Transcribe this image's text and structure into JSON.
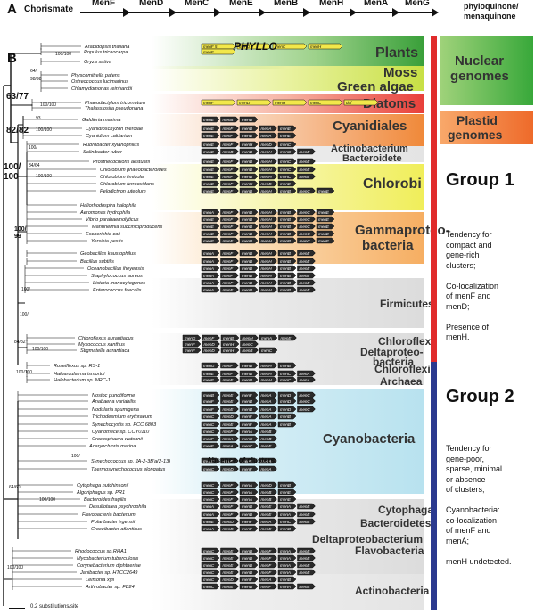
{
  "panel_a": {
    "letter": "A",
    "start": "Chorismate",
    "steps": [
      "MenF",
      "MenD",
      "MenC",
      "MenE",
      "MenB",
      "MenH",
      "MenA",
      "MenG"
    ],
    "end_line1": "phyloquinone/",
    "end_line2": "menaquinone"
  },
  "panel_b": {
    "letter": "B",
    "scale_label": "0.2 substitutions/site",
    "phyllo_label": "PHYLLO"
  },
  "bootstraps": {
    "b1": "63/77",
    "b2": "82/82",
    "b3": "100/",
    "b4": "100",
    "b5": "100/",
    "b6": "99",
    "s1": "100/100",
    "s2": "98/98",
    "s3": "64/",
    "s4": "100/100",
    "s5": "93",
    "s6": "100/100",
    "s7": "100/",
    "s8": "84/64",
    "s9": "100/100",
    "s10": "100/",
    "s11": "100/",
    "s12": "84/82",
    "s13": "100/100",
    "s14": "100/100",
    "s15": "100/",
    "s16": "100/100",
    "s17": "64/60",
    "s18": "100/100"
  },
  "groups": [
    {
      "name": "Plants",
      "color": "#2e9e2e"
    },
    {
      "name": "Moss",
      "color": "#9acd32"
    },
    {
      "name": "Green algae",
      "color": "#9acd32"
    },
    {
      "name": "Diatoms",
      "color": "#e23b2f"
    },
    {
      "name": "Cyanidiales",
      "color": "#f07b2a"
    },
    {
      "name": "Actinobacterium",
      "color": "#555555"
    },
    {
      "name": "Bacteroidete",
      "color": "#555555"
    },
    {
      "name": "Chlorobi",
      "color": "#e9e94a"
    },
    {
      "name": "Gammaproteo-",
      "color": "#f3a85a"
    },
    {
      "name": "bacteria",
      "color": "#f3a85a"
    },
    {
      "name": "Firmicutes",
      "color": "#aaaaaa"
    },
    {
      "name": "Chloroflexi",
      "color": "#aaaaaa"
    },
    {
      "name": "Deltaproteo-",
      "color": "#aaaaaa"
    },
    {
      "name": "bacteria",
      "color": "#aaaaaa"
    },
    {
      "name": "Chloroflexi",
      "color": "#aaaaaa"
    },
    {
      "name": "Archaea",
      "color": "#aaaaaa"
    },
    {
      "name": "Cyanobacteria",
      "color": "#7fc8e0"
    },
    {
      "name": "Cytophaga",
      "color": "#aaaaaa"
    },
    {
      "name": "Bacteroidetes",
      "color": "#aaaaaa"
    },
    {
      "name": "Deltaproteobacterium",
      "color": "#aaaaaa"
    },
    {
      "name": "Flavobacteria",
      "color": "#aaaaaa"
    },
    {
      "name": "Actinobacteria",
      "color": "#aaaaaa"
    }
  ],
  "boxes": {
    "nuclear": [
      "Nuclear",
      "genomes"
    ],
    "plastid": [
      "Plastid",
      "genomes"
    ]
  },
  "group1": {
    "title": "Group 1",
    "lines": [
      "Tendency for",
      "compact and",
      "gene-rich",
      "clusters;",
      "",
      "Co-localization",
      "of menF and",
      "menD;",
      "",
      "Presence of",
      "menH."
    ]
  },
  "group2": {
    "title": "Group 2",
    "lines": [
      "Tendency for",
      "gene-poor,",
      "sparse, minimal",
      "or absence",
      "of clusters;",
      "",
      "Cyanobacteria:",
      "co-localization",
      "of menF and",
      "menA;",
      "",
      "menH undetected."
    ]
  },
  "absence_label": "Absence of clusters",
  "species": [
    "Arabidopsis thaliana",
    "Populus trichocarpa",
    "Oryza sativa",
    "Physcomitrella patens",
    "Ostreococcus lucimarinus",
    "Chlamydomonas reinhardtii",
    "Phaeodactylum tricornutum",
    "Thalassiosira pseudonana",
    "Galdieria maxima",
    "Cyanidioschyzon merolae",
    "Cyanidium caldarium",
    "Rubrobacter xylanophilus",
    "Salinibacter ruber",
    "Prosthecochloris aestuarii",
    "Chlorobium phaeobacteroides",
    "Chlorobium limicola",
    "Chlorobium ferrooxidans",
    "Pelodictyon luteolum",
    "Haliorhodospira halophila",
    "Aeromonas hydrophila",
    "Vibrio parahaemolyticus",
    "Mannheimia succiniciproducens",
    "Escherichia coli",
    "Yersinia pestis",
    "Geobacillus kaustophilus",
    "Bacillus subtilis",
    "Oceanobacillus iheyensis",
    "Staphylococcus aureus",
    "Listeria monocytogenes",
    "Enterococcus faecalis",
    "Chloroflexus aurantiacus",
    "Myxococcus xanthus",
    "Stigmatella aurantiaca",
    "Roseiflexus sp. RS-1",
    "Haloarcula marismortui",
    "Halobacterium sp. NRC-1",
    "Nostoc punctiforme",
    "Anabaena variabilis",
    "Nodularia spumigena",
    "Trichodesmium erythraeum",
    "Synechocystis sp. PCC 6803",
    "Cyanothece sp. CCY0110",
    "Crocosphaera watsonii",
    "Acaryochloris marina",
    "Synechococcus sp. JA-2-3B'a(2-13)",
    "Thermosynechococcus elongatus",
    "Cytophaga hutchinsonii",
    "Algoriphagus sp. PR1",
    "Bacteroides fragilis",
    "Desulfotalea psychrophila",
    "Flavobacteria bacterium",
    "Polaribacter irgensii",
    "Croceibacter atlanticus",
    "Rhodococcus sp.RHA1",
    "Mycobacterium tuberculosis",
    "Corynebacterium diphtheriae",
    "Janibacter sp. HTCC2649",
    "Leifsonia xyli",
    "Arthrobacter sp. FB24"
  ],
  "gene_rows": [
    [
      "menF 5'",
      "menD",
      "menC",
      "menH"
    ],
    [
      "menF"
    ],
    [],
    [],
    [],
    [],
    [
      "menF",
      "menD",
      "menH",
      "menC",
      "duf"
    ],
    [],
    [
      "menE",
      "menB",
      "menD"
    ],
    [
      "menE",
      "menF",
      "menD",
      "menA",
      "menE"
    ],
    [
      "menE",
      "menF",
      "menB",
      "menA",
      "menE"
    ],
    [
      "menE",
      "menF",
      "menH",
      "menD",
      "menC"
    ],
    [
      "menE",
      "menB",
      "menD",
      "menH",
      "menC",
      "menE"
    ],
    [
      "menE",
      "menF",
      "menD",
      "menH",
      "menC",
      "menE"
    ],
    [
      "menE",
      "menF",
      "menD",
      "menH",
      "menC",
      "menE"
    ],
    [
      "menE",
      "menF",
      "menD",
      "menH",
      "menC",
      "menE"
    ],
    [
      "menE",
      "menF",
      "menH",
      "menD",
      "menE"
    ],
    [
      "menE",
      "menF",
      "menD",
      "menH",
      "menB",
      "menC",
      "menE"
    ],
    [],
    [
      "menA",
      "menF",
      "menD",
      "menH",
      "menB",
      "menC",
      "menE"
    ],
    [
      "menE",
      "menF",
      "menD",
      "menH",
      "menB",
      "menC",
      "menE"
    ],
    [
      "menE",
      "menF",
      "menD",
      "menH",
      "menB",
      "menC",
      "menE"
    ],
    [
      "menE",
      "menF",
      "menD",
      "menH",
      "menB",
      "menC",
      "menE"
    ],
    [
      "menE",
      "menF",
      "menD",
      "menH",
      "menB",
      "menC",
      "menE"
    ],
    [
      "menA",
      "menF",
      "menD",
      "menH",
      "menB",
      "menE"
    ],
    [
      "menA",
      "menF",
      "menD",
      "menH",
      "menB",
      "menE"
    ],
    [
      "menA",
      "menF",
      "menD",
      "menH",
      "menB",
      "menE"
    ],
    [
      "menA",
      "menF",
      "menD",
      "menH",
      "menB",
      "menE"
    ],
    [
      "menA",
      "menF",
      "menD",
      "menH",
      "menB",
      "menE"
    ],
    [
      "menA",
      "menF",
      "menD",
      "menH",
      "menB",
      "menE"
    ],
    [
      "menG",
      "menF",
      "menB",
      "menH",
      "menA",
      "menE"
    ],
    [
      "menF",
      "menD",
      "menH",
      "menC"
    ],
    [
      "menF",
      "menD",
      "menH",
      "menB",
      "menC"
    ],
    [
      "menG",
      "menF",
      "menD",
      "menH",
      "menB"
    ],
    [
      "menE",
      "menF",
      "menD",
      "menH",
      "menC",
      "menA"
    ],
    [
      "menE",
      "menF",
      "menD",
      "menH",
      "menC",
      "menA"
    ],
    [
      "menB",
      "menE",
      "menF",
      "menA",
      "menD",
      "menC"
    ],
    [
      "menF",
      "menE",
      "menB",
      "menA",
      "menD",
      "menC"
    ],
    [
      "menF",
      "menE",
      "menB",
      "menA",
      "menD",
      "menC"
    ],
    [
      "menC",
      "menD",
      "menF",
      "menA",
      "menB"
    ],
    [
      "menC",
      "menE",
      "menF",
      "menA",
      "menB"
    ],
    [
      "menC",
      "menF",
      "menA",
      "menB"
    ],
    [
      "menF",
      "menA",
      "menC",
      "menB"
    ],
    [
      "menF",
      "menA",
      "menC",
      "menE"
    ],
    [
      "menC",
      "menF",
      "menE",
      "menA"
    ],
    [
      "menC",
      "menD",
      "menF",
      "menA"
    ],
    [
      "menC",
      "menF",
      "menA",
      "menD",
      "menB"
    ],
    [
      "menC",
      "menF",
      "menA",
      "menB",
      "menE"
    ],
    [
      "menC",
      "menF",
      "menA",
      "menB",
      "menE"
    ],
    [
      "menA",
      "menF",
      "menD",
      "menE",
      "menA",
      "menB"
    ],
    [
      "menA",
      "menF",
      "menD",
      "menE",
      "menA",
      "menB"
    ],
    [
      "menE",
      "menD",
      "menF",
      "menA",
      "menC",
      "menB"
    ],
    [
      "menA",
      "menD",
      "menF",
      "menE",
      "menB"
    ],
    [
      "menC",
      "menE",
      "menD",
      "menF",
      "menA",
      "menB"
    ],
    [
      "menC",
      "menE",
      "menD",
      "menF",
      "menA",
      "menB"
    ],
    [
      "menC",
      "menE",
      "menD",
      "menF",
      "menA",
      "menB"
    ],
    [
      "menC",
      "menE",
      "menD",
      "menF",
      "menA",
      "menB"
    ],
    [
      "menC",
      "menD",
      "menF",
      "menA",
      "menB"
    ],
    [
      "menC",
      "menE",
      "menD",
      "menF",
      "menA",
      "menB"
    ]
  ]
}
